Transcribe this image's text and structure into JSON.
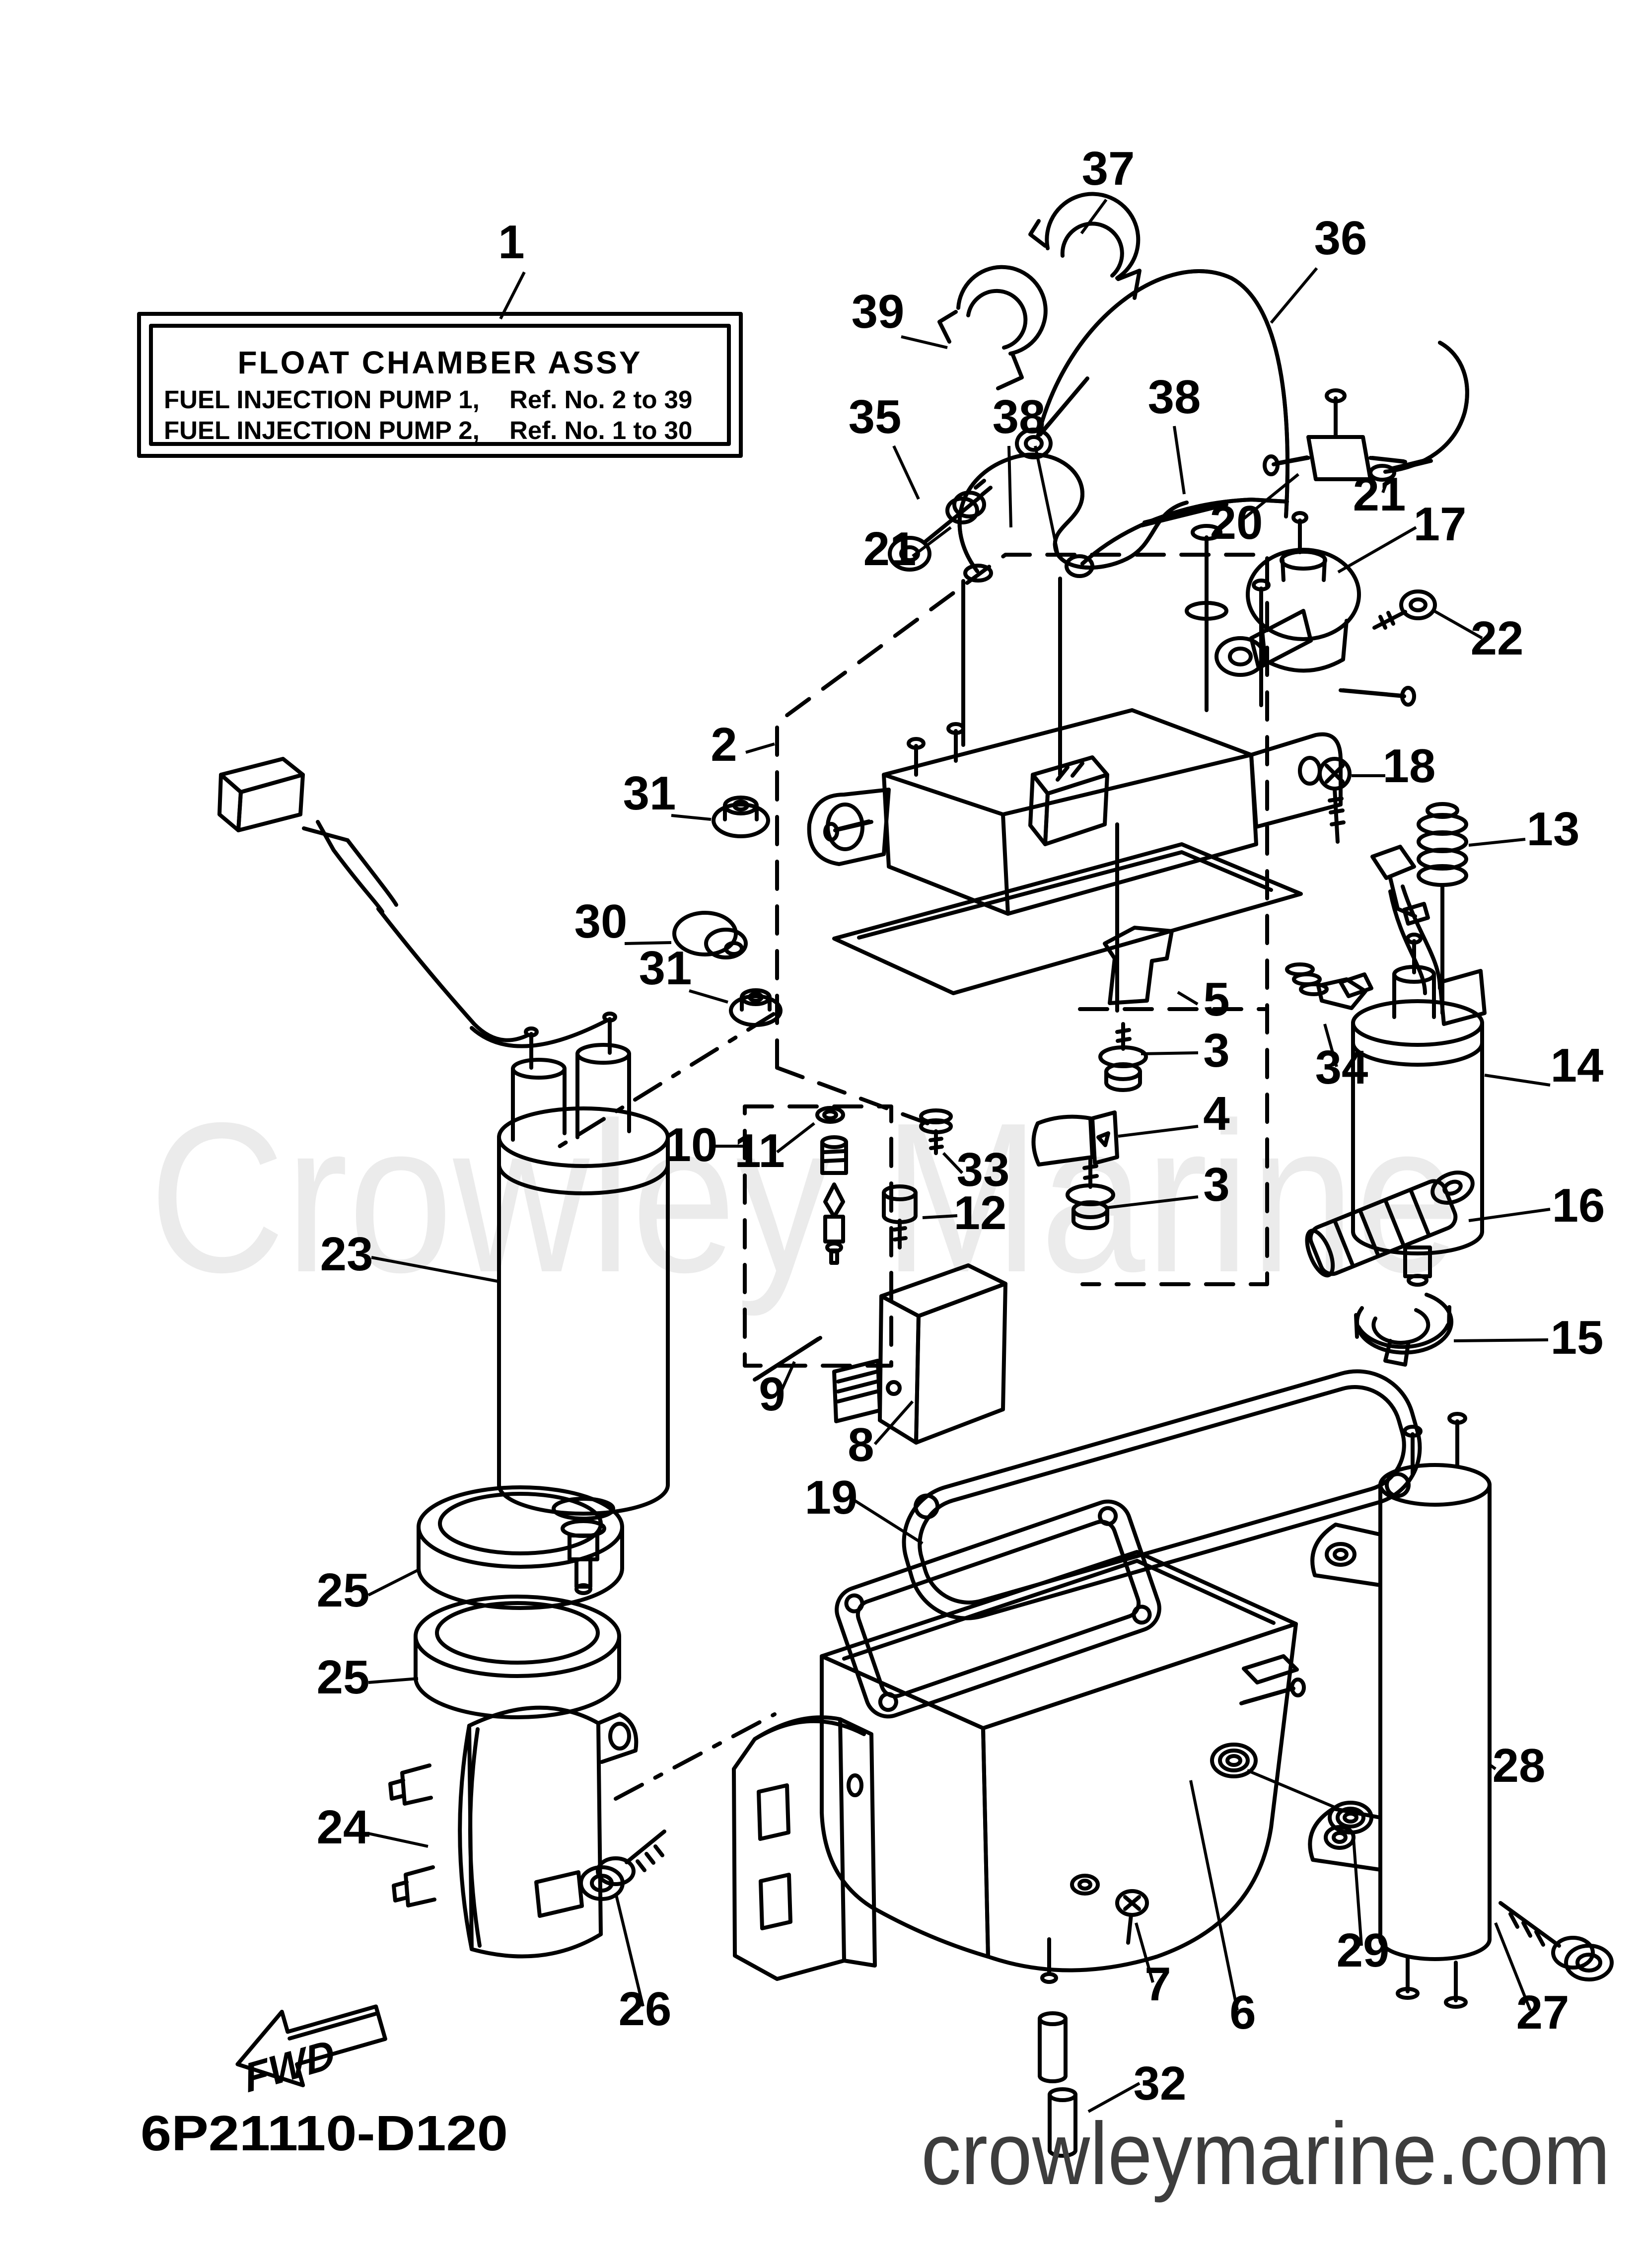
{
  "colors": {
    "line": "#000000",
    "background": "#ffffff",
    "watermark": "#ebebeb",
    "footer_text": "#3d3d3d"
  },
  "watermark": {
    "text": "Crowley Marine"
  },
  "info_box": {
    "title": "FLOAT CHAMBER ASSY",
    "rows": [
      {
        "name": "FUEL INJECTION PUMP 1,",
        "ref": "Ref. No. 2 to 39"
      },
      {
        "name": "FUEL INJECTION PUMP 2,",
        "ref": "Ref. No. 1 to 30"
      }
    ]
  },
  "fwd_arrow": {
    "label": "FWD"
  },
  "footer": {
    "drawing_code": "6P21110-D120",
    "website": "crowleymarine.com"
  },
  "callouts": [
    {
      "label": "1"
    },
    {
      "label": "37"
    },
    {
      "label": "39"
    },
    {
      "label": "35"
    },
    {
      "label": "36"
    },
    {
      "label": "38"
    },
    {
      "label": "38"
    },
    {
      "label": "21"
    },
    {
      "label": "20"
    },
    {
      "label": "21"
    },
    {
      "label": "17"
    },
    {
      "label": "22"
    },
    {
      "label": "2"
    },
    {
      "label": "18"
    },
    {
      "label": "13"
    },
    {
      "label": "31"
    },
    {
      "label": "30"
    },
    {
      "label": "31"
    },
    {
      "label": "5"
    },
    {
      "label": "3"
    },
    {
      "label": "34"
    },
    {
      "label": "14"
    },
    {
      "label": "11"
    },
    {
      "label": "10"
    },
    {
      "label": "33"
    },
    {
      "label": "12"
    },
    {
      "label": "4"
    },
    {
      "label": "3"
    },
    {
      "label": "16"
    },
    {
      "label": "15"
    },
    {
      "label": "23"
    },
    {
      "label": "9"
    },
    {
      "label": "8"
    },
    {
      "label": "19"
    },
    {
      "label": "25"
    },
    {
      "label": "25"
    },
    {
      "label": "24"
    },
    {
      "label": "26"
    },
    {
      "label": "28"
    },
    {
      "label": "29"
    },
    {
      "label": "27"
    },
    {
      "label": "7"
    },
    {
      "label": "6"
    },
    {
      "label": "32"
    }
  ]
}
